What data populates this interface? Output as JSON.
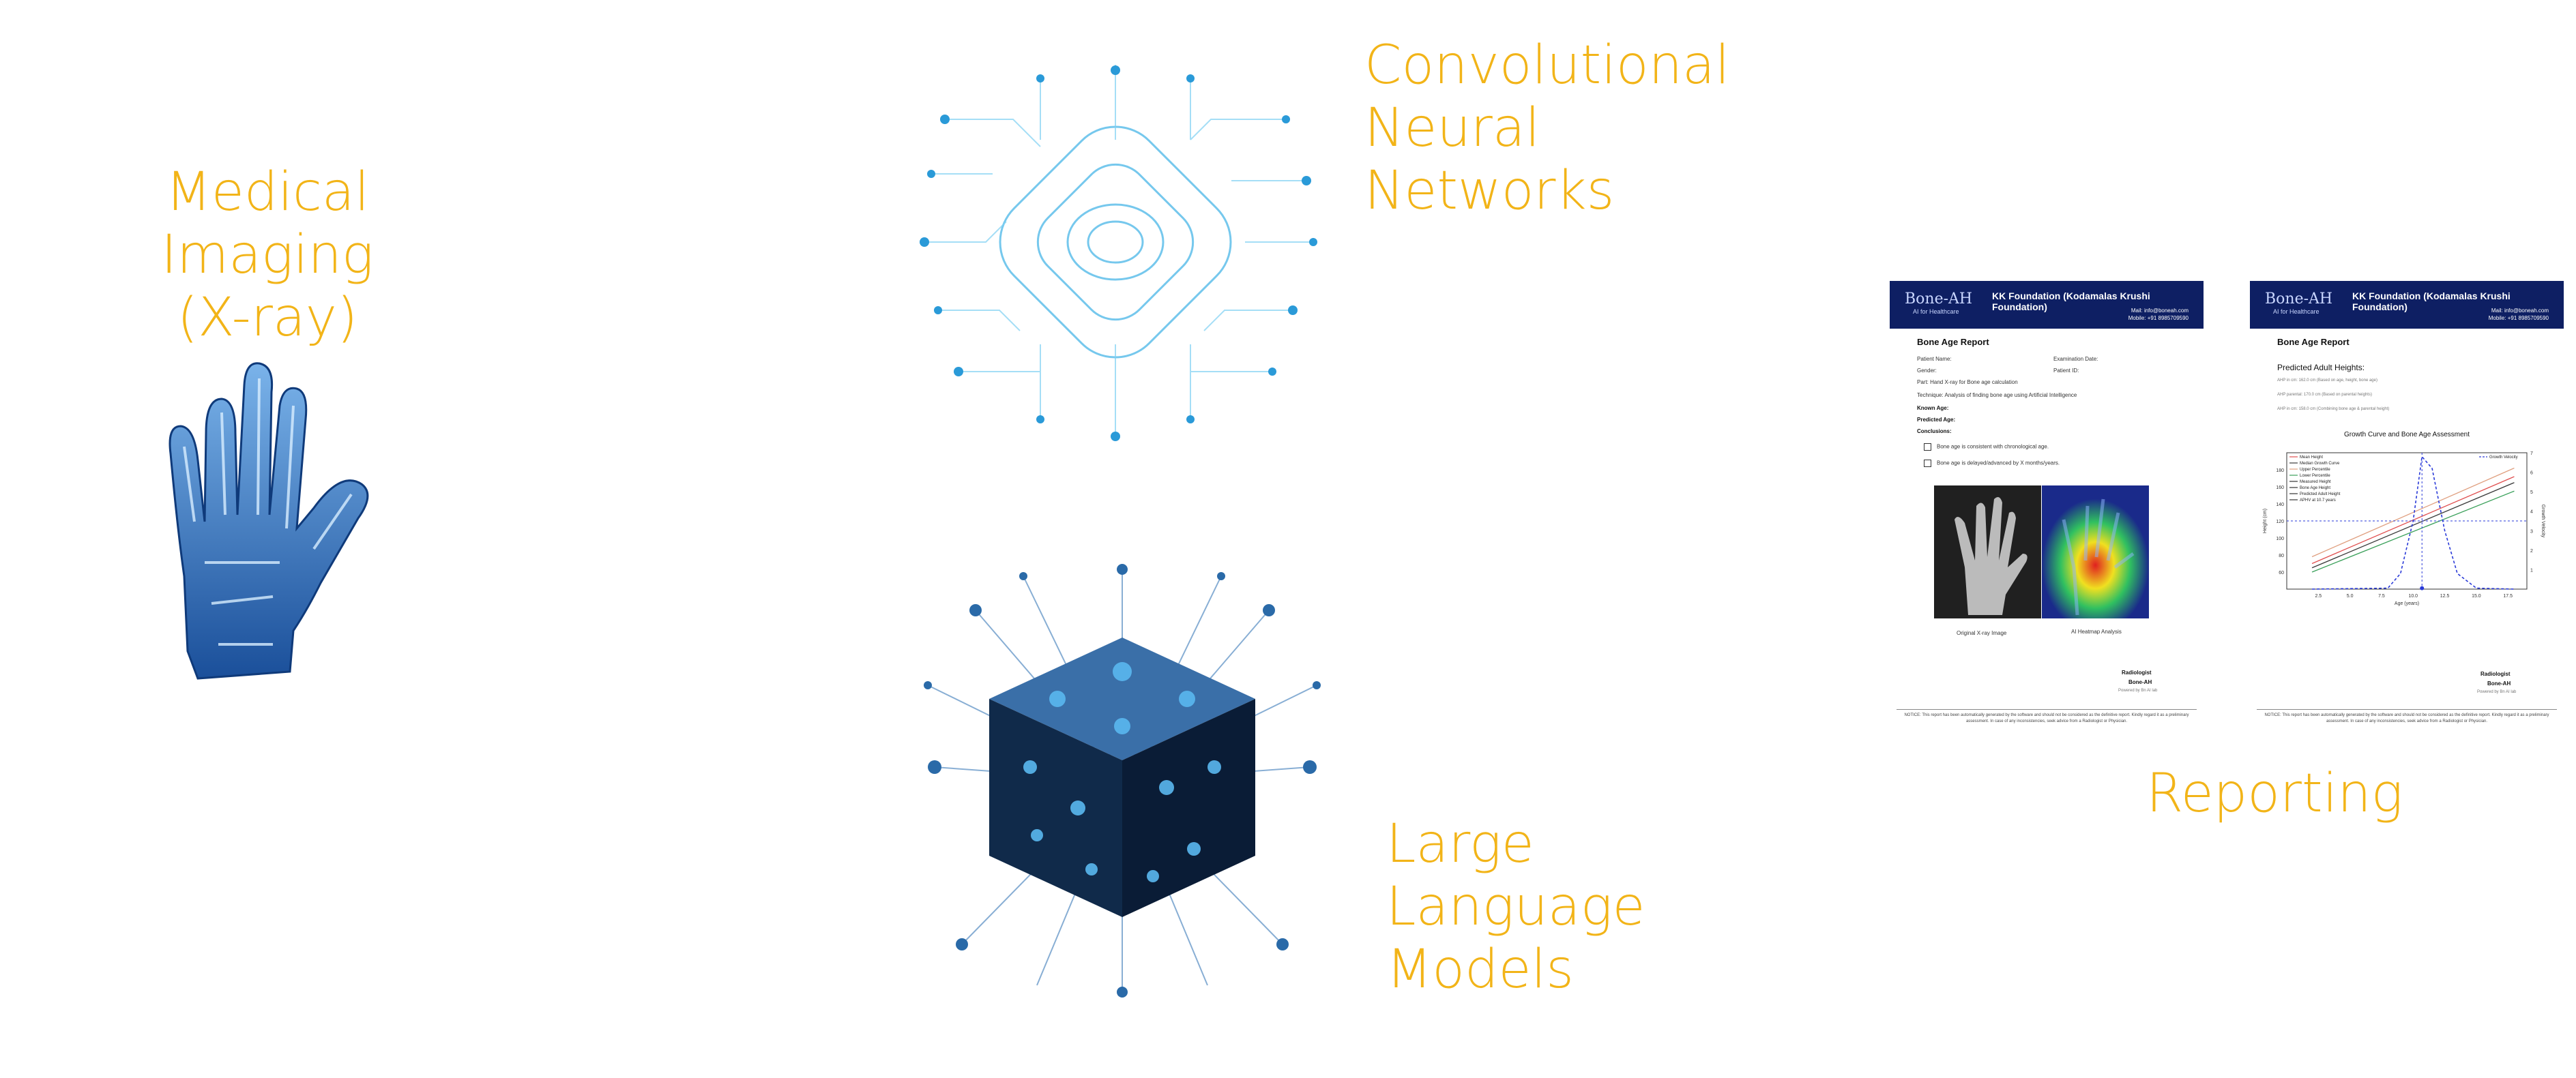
{
  "labels": {
    "medical_imaging": "Medical Imaging\n(X-ray)",
    "cnn": "Convolutional\nNeural\nNetworks",
    "llm": "Large\nLanguage\nModels",
    "reporting": "Reporting"
  },
  "colors": {
    "label": "#f2b418",
    "header": "#0e1f63",
    "xray": "#3a78c2",
    "circuit": "#49b6e8"
  },
  "report1": {
    "logo": "Bone-AH",
    "logo_sub": "AI for Healthcare",
    "org": "KK Foundation (Kodamalas Krushi Foundation)",
    "contact": "Mail: info@boneah.com\nMobile: +91 8985709590",
    "title": "Bone Age Report",
    "patient_name": "Patient Name:",
    "exam_date": "Examination Date:",
    "gender": "Gender:",
    "patient_id": "Patient ID:",
    "part": "Part: Hand X-ray for Bone age calculation",
    "technique": "Technique: Analysis of finding bone age using Artificial Intelligence",
    "known_age": "Known Age:",
    "predicted_age": "Predicted Age:",
    "conclusions": "Conclusions:",
    "check1": "Bone age is consistent with chronological age.",
    "check2": "Bone age is delayed/advanced by X months/years.",
    "caption1": "Original X-ray Image",
    "caption2": "AI Heatmap Analysis",
    "radiologist": "Radiologist",
    "sig_name": "Bone-AH",
    "powered": "Powered by Bn AI lab",
    "notice": "NOTICE: This report has been automatically generated by the software and should not be considered as the definitive report. Kindly regard it as a preliminary assessment. In case of any inconsistencies, seek advice from a Radiologist or Physician."
  },
  "report2": {
    "logo": "Bone-AH",
    "logo_sub": "AI for Healthcare",
    "org": "KK Foundation (Kodamalas Krushi Foundation)",
    "contact": "Mail: info@boneah.com\nMobile: +91 8985709590",
    "title": "Bone Age Report",
    "heading": "Predicted Adult Heights:",
    "line1": "AHP in cm: 162.0 cm (Based on age, height, bone age)",
    "line2": "AHP parental: 170.0 cm (Based on parental heights)",
    "line3": "AHP in cm: 158.0 cm (Combining bone age & parental height)",
    "radiologist": "Radiologist",
    "sig_name": "Bone-AH",
    "powered": "Powered by Bn AI lab",
    "notice": "NOTICE: This report has been automatically generated by the software and should not be considered as the definitive report. Kindly regard it as a preliminary assessment. In case of any inconsistencies, seek advice from a Radiologist or Physician."
  },
  "chart_data": {
    "type": "line",
    "title": "Growth Curve and Bone Age Assessment",
    "xlabel": "Age (years)",
    "ylabel": "Height (cm)",
    "y2label": "Growth Velocity",
    "xlim": [
      0,
      19
    ],
    "ylim": [
      40,
      200
    ],
    "y2lim": [
      0,
      7
    ],
    "x_ticks": [
      "2.5",
      "5.0",
      "7.5",
      "10.0",
      "12.5",
      "15.0",
      "17.5"
    ],
    "y_ticks": [
      "60",
      "80",
      "100",
      "120",
      "140",
      "160",
      "180"
    ],
    "y2_ticks": [
      "1",
      "2",
      "3",
      "4",
      "5",
      "6",
      "7"
    ],
    "legend_left": [
      "Mean Height",
      "Median Growth Curve",
      "Upper Percentile",
      "Lower Percentile",
      "Measured Height",
      "Bone Age Height",
      "Predicted Adult Height",
      "APHV at 10.7 years"
    ],
    "legend_right": [
      "Growth Velocity"
    ],
    "series": [
      {
        "name": "Mean Height",
        "color": "#e05050",
        "x": [
          2,
          18
        ],
        "y": [
          70,
          172
        ]
      },
      {
        "name": "Median Growth Curve",
        "color": "#3a3a3a",
        "x": [
          2,
          18
        ],
        "y": [
          65,
          165
        ]
      },
      {
        "name": "Upper Percentile",
        "color": "#e0a080",
        "x": [
          2,
          18
        ],
        "y": [
          78,
          182
        ]
      },
      {
        "name": "Lower Percentile",
        "color": "#3aa05a",
        "x": [
          2,
          18
        ],
        "y": [
          60,
          155
        ]
      },
      {
        "name": "Growth Velocity",
        "color": "#2a3ad8",
        "x": [
          2,
          8,
          9,
          10,
          10.7,
          11.5,
          12.5,
          13.5,
          15,
          18
        ],
        "y2": [
          0,
          0.05,
          0.8,
          3.5,
          6.8,
          6.2,
          3.0,
          0.8,
          0.05,
          0
        ]
      }
    ],
    "aphv": 10.7,
    "predicted_adult_height": 120
  }
}
